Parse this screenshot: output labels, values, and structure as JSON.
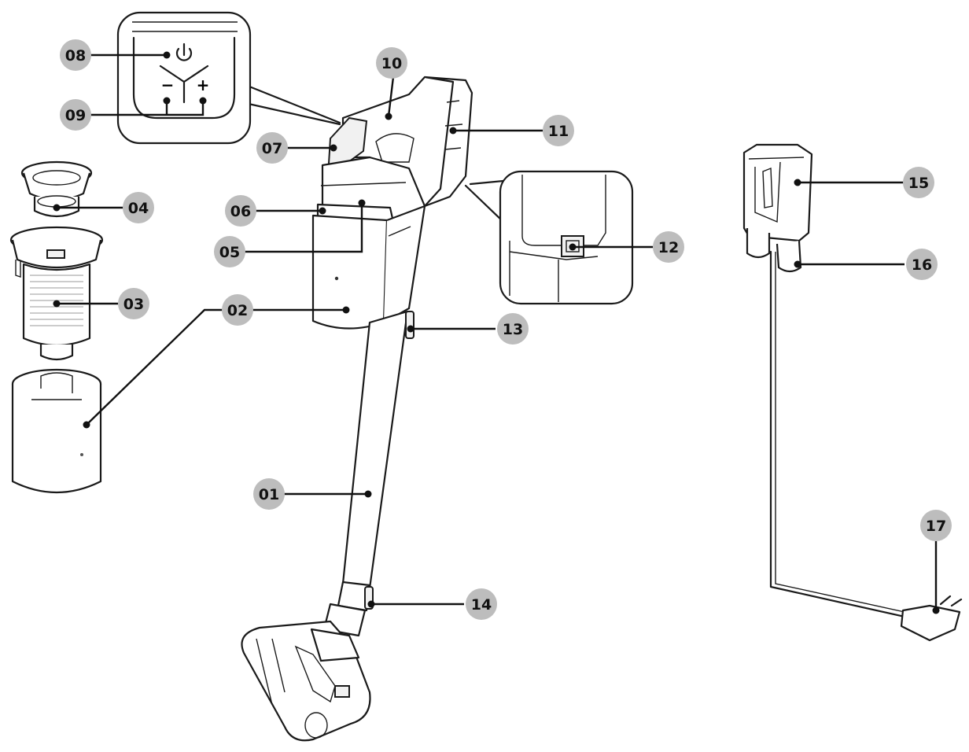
{
  "labels": [
    {
      "id": "01",
      "text": "01"
    },
    {
      "id": "02",
      "text": "02"
    },
    {
      "id": "03",
      "text": "03"
    },
    {
      "id": "04",
      "text": "04"
    },
    {
      "id": "05",
      "text": "05"
    },
    {
      "id": "06",
      "text": "06"
    },
    {
      "id": "07",
      "text": "07"
    },
    {
      "id": "08",
      "text": "08"
    },
    {
      "id": "09",
      "text": "09"
    },
    {
      "id": "10",
      "text": "10"
    },
    {
      "id": "11",
      "text": "11"
    },
    {
      "id": "12",
      "text": "12"
    },
    {
      "id": "13",
      "text": "13"
    },
    {
      "id": "14",
      "text": "14"
    },
    {
      "id": "15",
      "text": "15"
    },
    {
      "id": "16",
      "text": "16"
    },
    {
      "id": "17",
      "text": "17"
    }
  ],
  "control_panel_symbols": {
    "power": "power-icon",
    "minus": "−",
    "plus": "+"
  }
}
